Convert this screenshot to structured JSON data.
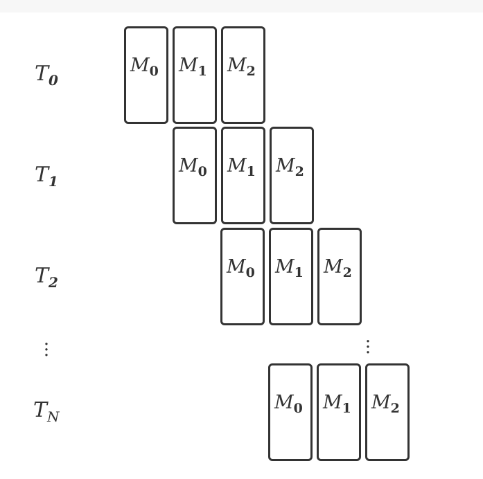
{
  "rows": [
    {
      "label": "T",
      "index": "0",
      "boxes": [
        {
          "label": "M",
          "index": "0"
        },
        {
          "label": "M",
          "index": "1"
        },
        {
          "label": "M",
          "index": "2"
        }
      ]
    },
    {
      "label": "T",
      "index": "1",
      "boxes": [
        {
          "label": "M",
          "index": "0"
        },
        {
          "label": "M",
          "index": "1"
        },
        {
          "label": "M",
          "index": "2"
        }
      ]
    },
    {
      "label": "T",
      "index": "2",
      "boxes": [
        {
          "label": "M",
          "index": "0"
        },
        {
          "label": "M",
          "index": "1"
        },
        {
          "label": "M",
          "index": "2"
        }
      ]
    },
    {
      "label": "T",
      "index": "N",
      "boxes": [
        {
          "label": "M",
          "index": "0"
        },
        {
          "label": "M",
          "index": "1"
        },
        {
          "label": "M",
          "index": "2"
        }
      ]
    }
  ]
}
